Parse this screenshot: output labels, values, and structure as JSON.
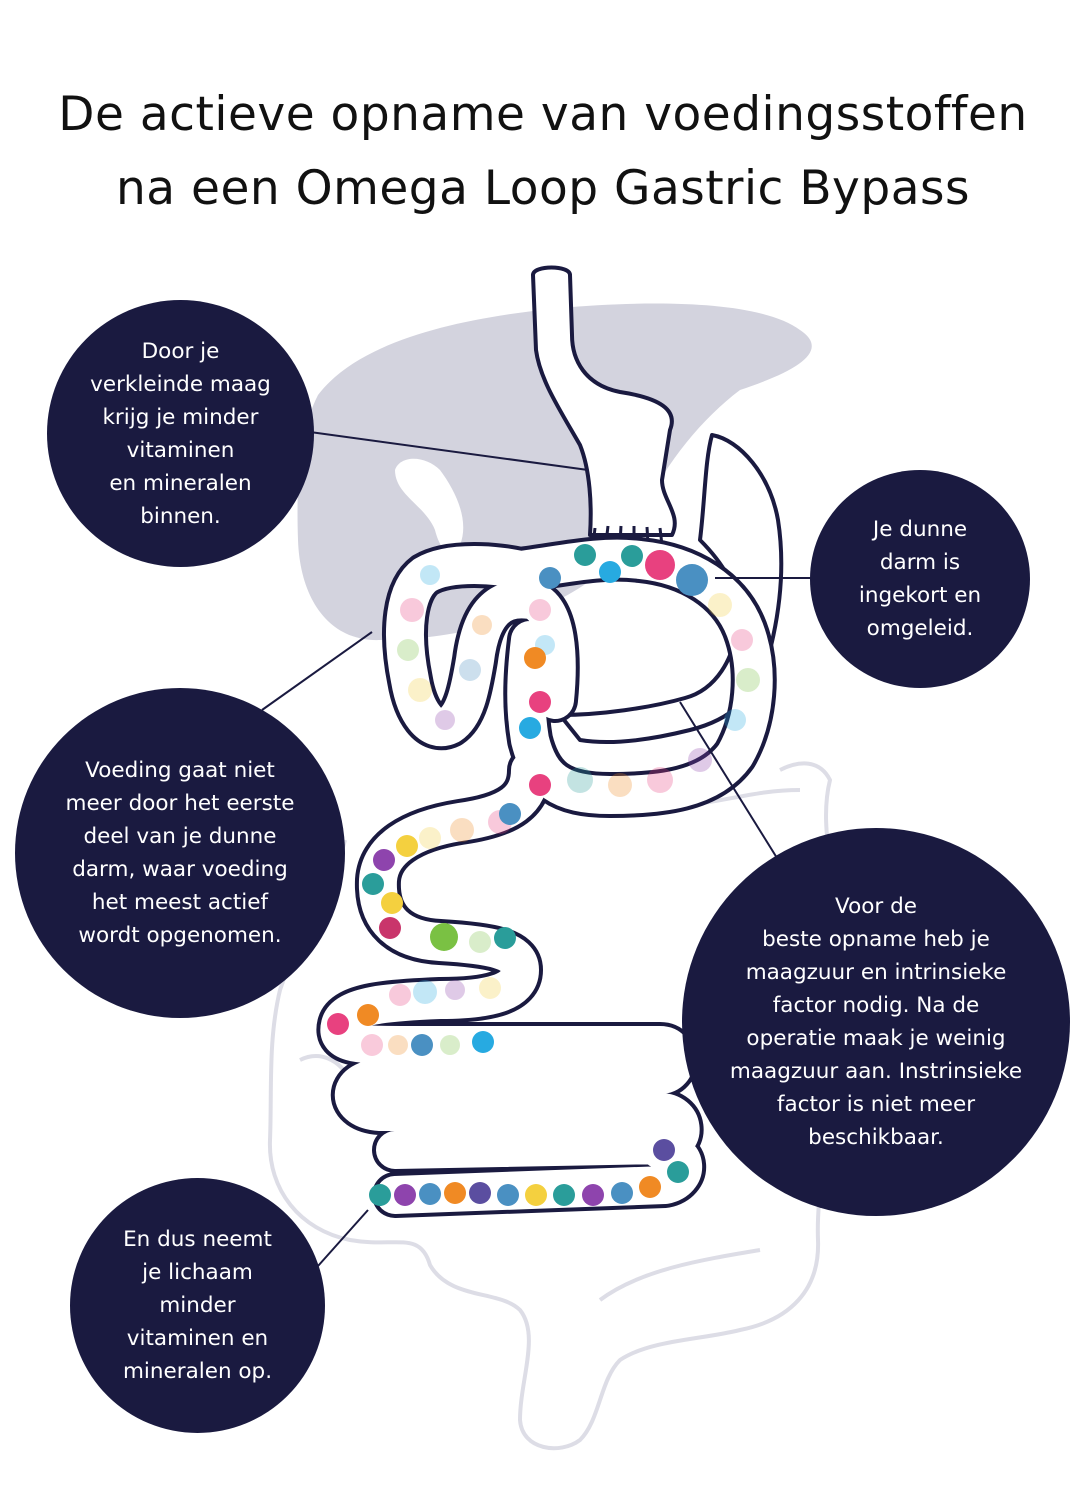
{
  "title": {
    "line1": "De actieve opname van voedingsstoffen",
    "line2": "na een Omega Loop Gastric Bypass"
  },
  "callouts": {
    "stomach": [
      "Door je",
      "verkleinde maag",
      "krijg je minder",
      "vitaminen",
      "en mineralen",
      "binnen."
    ],
    "intestine": [
      "Je dunne",
      "darm is",
      "ingekort en",
      "omgeleid."
    ],
    "bypass": [
      "Voeding gaat niet",
      "meer door het eerste",
      "deel van je dunne",
      "darm, waar voeding",
      "het meest actief",
      "wordt opgenomen."
    ],
    "acid": [
      "Voor de",
      "beste opname heb je",
      "maagzuur en intrinsieke",
      "factor nodig. Na de",
      "operatie maak je weinig",
      "maagzuur aan. Instrinsieke",
      "factor is niet meer",
      "beschikbaar."
    ],
    "result": [
      "En dus neemt",
      "je lichaam",
      "minder",
      "vitaminen en",
      "mineralen op."
    ]
  },
  "colors": {
    "bubble": "#1a1a40",
    "outline": "#1a1a40",
    "liver": "#d3d3de",
    "colon": "#dddde6",
    "nutrients": [
      "#e8417f",
      "#2a9d9a",
      "#8e44ad",
      "#f08a24",
      "#4a90c2",
      "#f4d03f",
      "#27aae1",
      "#7ac143",
      "#5b4ea0",
      "#c9356b"
    ]
  }
}
